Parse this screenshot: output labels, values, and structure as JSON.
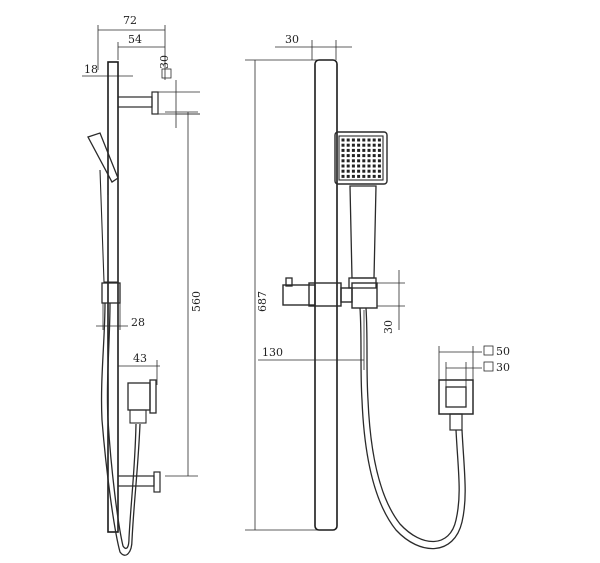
{
  "side_view": {
    "dim_width_total": "72",
    "dim_width_bracket": "54",
    "dim_bracket_square": "30",
    "dim_rail_width": "18",
    "dim_height": "560",
    "dim_slider": "28",
    "dim_outlet_offset": "43"
  },
  "front_view": {
    "dim_rail_width": "30",
    "dim_total_height": "687",
    "dim_slider_height": "30",
    "dim_offset": "130",
    "dim_outlet_outer": "50",
    "dim_outlet_inner": "30"
  }
}
